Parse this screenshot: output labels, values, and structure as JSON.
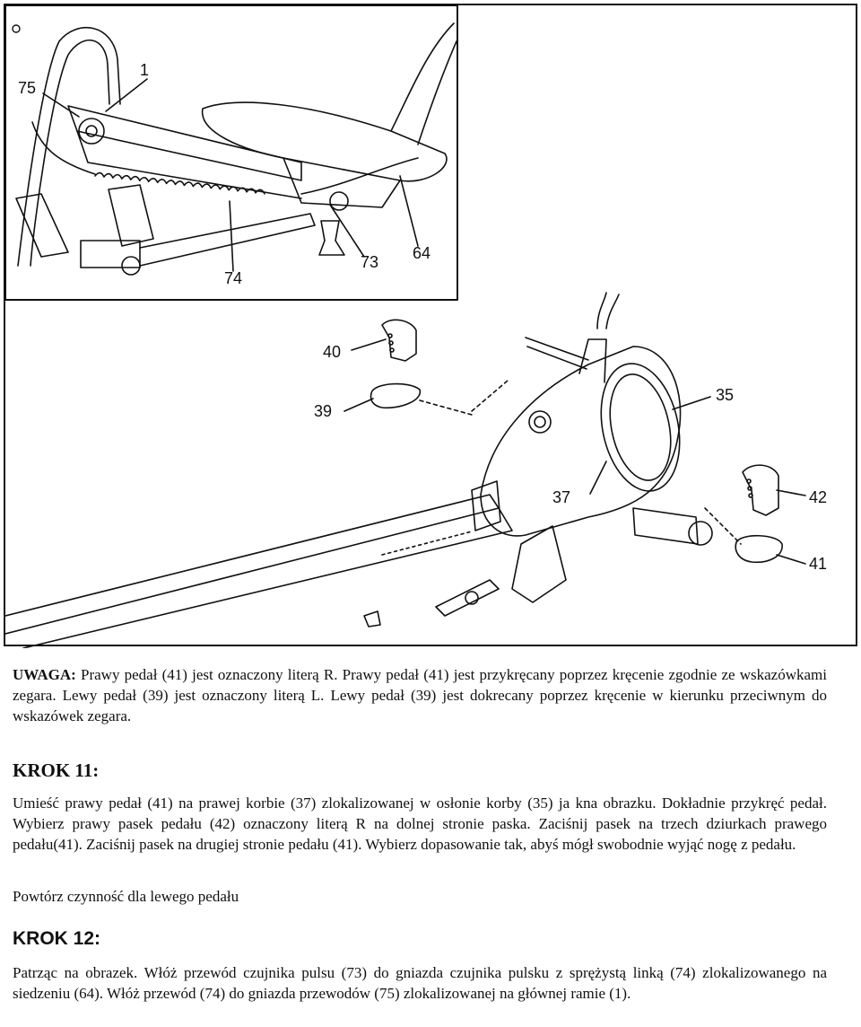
{
  "figure": {
    "callouts": {
      "c75": "75",
      "c1": "1",
      "c74": "74",
      "c73": "73",
      "c64": "64",
      "c40": "40",
      "c39": "39",
      "c35": "35",
      "c37": "37",
      "c42": "42",
      "c41": "41"
    }
  },
  "warning": {
    "label": "UWAGA:",
    "text": " Prawy pedał (41) jest oznaczony literą R. Prawy pedał (41) jest przykręcany poprzez kręcenie zgodnie ze wskazówkami zegara. Lewy pedał (39) jest oznaczony literą L. Lewy pedał (39) jest dokrecany poprzez kręcenie w kierunku przeciwnym do wskazówek zegara."
  },
  "step11": {
    "title": "KROK 11:",
    "text": "Umieść prawy pedał (41) na prawej korbie (37) zlokalizowanej w osłonie korby (35) ja kna obrazku. Dokładnie przykręć pedał. Wybierz prawy pasek pedału (42) oznaczony literą R na dolnej stronie paska. Zaciśnij pasek na trzech dziurkach prawego pedału(41). Zaciśnij pasek na drugiej stronie pedału (41). Wybierz dopasowanie tak, abyś mógł swobodnie wyjąć nogę z pedału.",
    "repeat": "Powtórz czynność dla lewego pedału"
  },
  "step12": {
    "title": "KROK 12:",
    "text": "Patrząc na obrazek. Włóż przewód czujnika pulsu (73) do gniazda czujnika pulsku z sprężystą linką (74) zlokalizowanego na siedzeniu (64). Włóż przewód (74) do gniazda przewodów (75) zlokalizowanej na głównej ramie (1)."
  }
}
